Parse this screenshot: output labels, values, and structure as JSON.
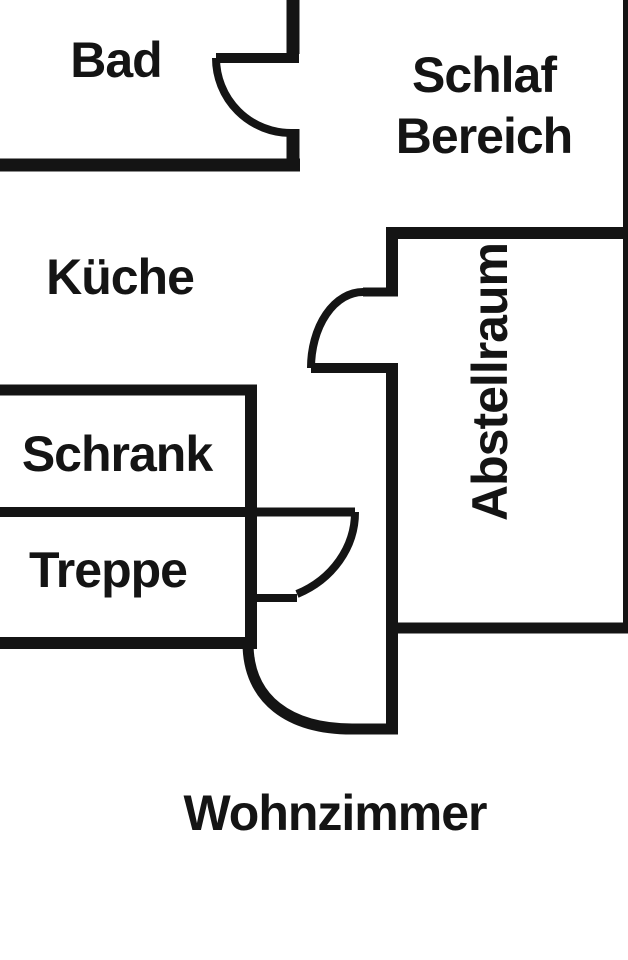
{
  "colors": {
    "wall": "#141414",
    "text": "#141414",
    "background": "#ffffff"
  },
  "rooms": {
    "bad": {
      "label": "Bad"
    },
    "schlaf_bereich": {
      "lines": [
        "Schlaf",
        "Bereich"
      ]
    },
    "kueche": {
      "label": "Küche"
    },
    "abstellraum": {
      "label": "Abstellraum"
    },
    "schrank": {
      "label": "Schrank"
    },
    "treppe": {
      "label": "Treppe"
    },
    "wohnzimmer": {
      "label": "Wohnzimmer"
    }
  }
}
